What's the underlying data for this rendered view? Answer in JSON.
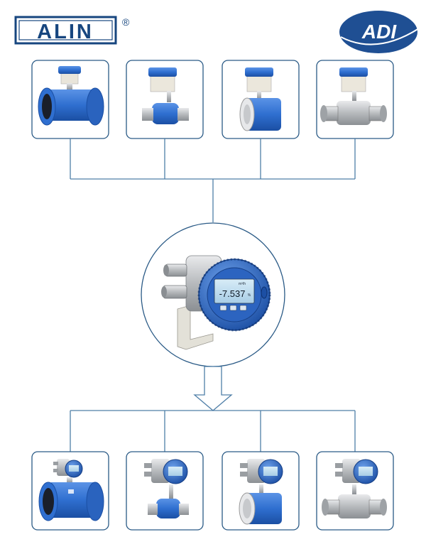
{
  "brand_left": {
    "text": "ALIN",
    "registered_mark": "®",
    "color": "#17467f"
  },
  "brand_right": {
    "text": "ADI",
    "color": "#1f4f93"
  },
  "display": {
    "reading": "-7.537",
    "unit_top": "m³/h",
    "side_label": "%"
  },
  "colors": {
    "meter_blue": "#2f6fd0",
    "meter_blue_dark": "#1b4fa3",
    "steel": "#b9bcbf",
    "box_border": "#2a5a86",
    "connector": "#4f7fa8",
    "flange_black": "#1a1f2a"
  },
  "top_sensors": [
    {
      "name": "flanged-sensor"
    },
    {
      "name": "threaded-sensor"
    },
    {
      "name": "wafer-sensor"
    },
    {
      "name": "sanitary-clamp-sensor"
    }
  ],
  "bottom_meters": [
    {
      "name": "flanged-integral-meter"
    },
    {
      "name": "threaded-integral-meter"
    },
    {
      "name": "wafer-integral-meter"
    },
    {
      "name": "sanitary-integral-meter"
    }
  ]
}
